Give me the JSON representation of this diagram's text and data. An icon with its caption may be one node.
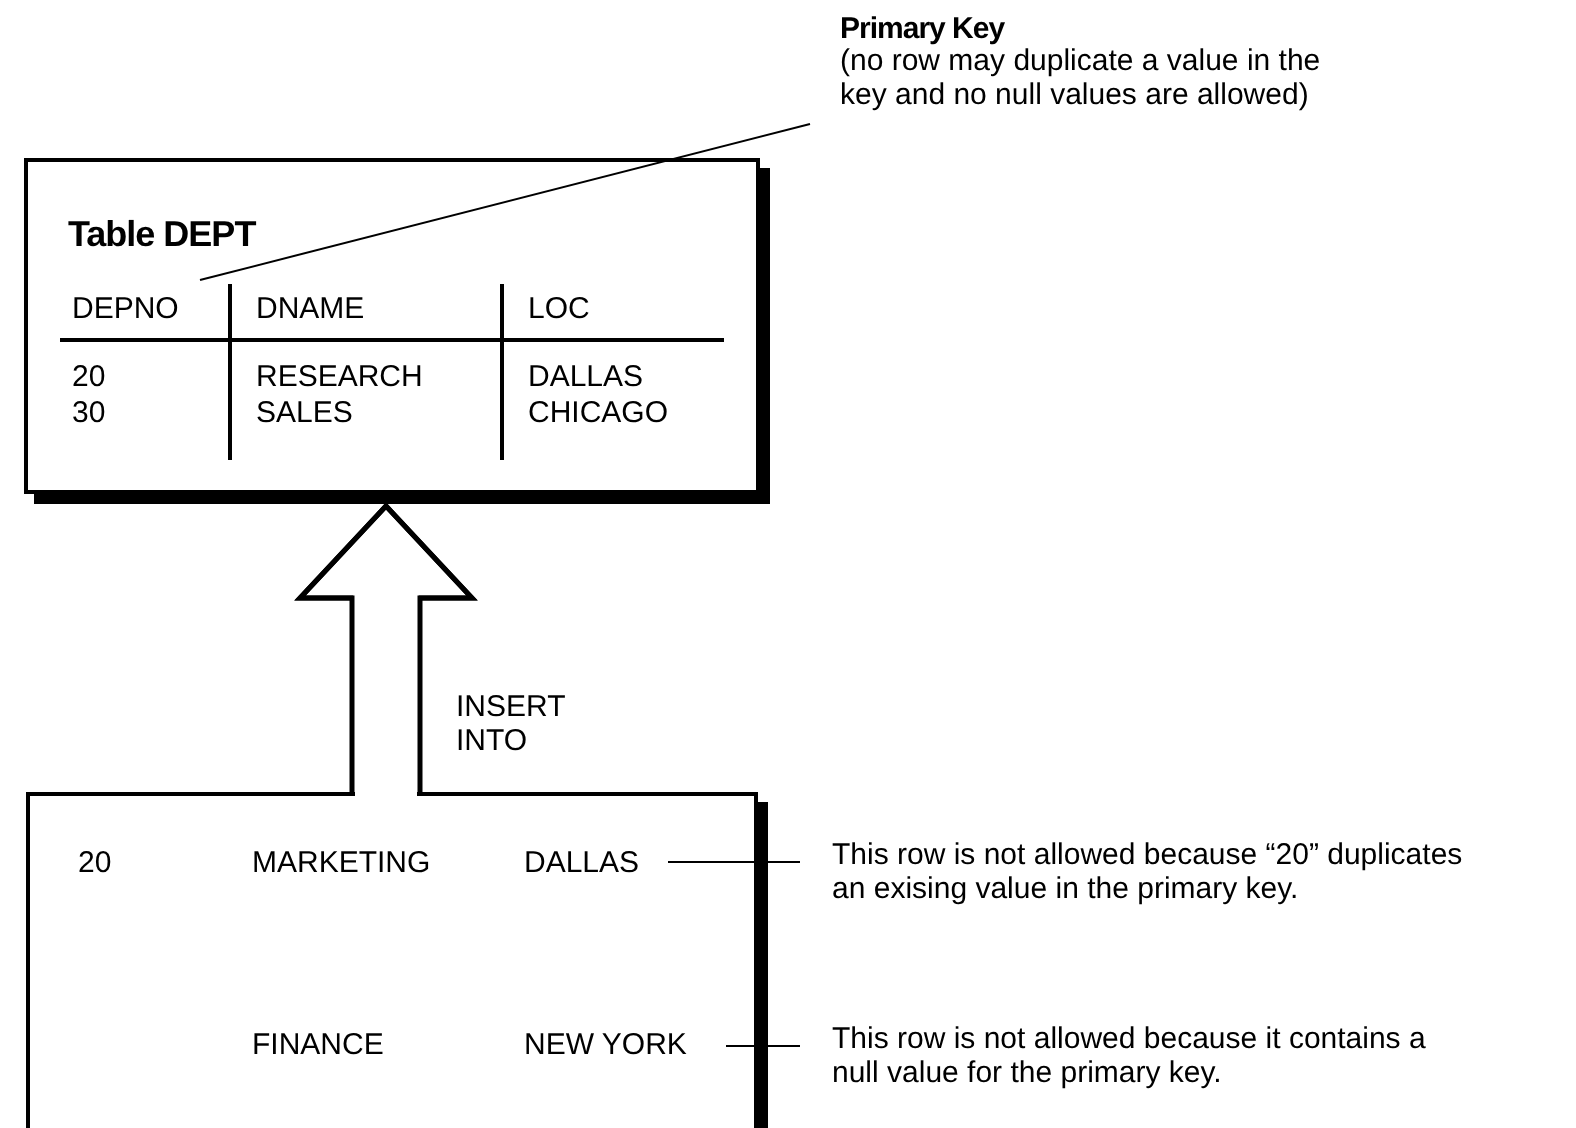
{
  "diagram": {
    "nodes": [
      {
        "text": [
          "Table DEPT",
          "DEPNO",
          "DNAME",
          "LOC",
          "20",
          "RESEARCH",
          "DALLAS",
          "30",
          "SALES",
          "CHICAGO"
        ]
      },
      {
        "text": [
          "Primary Key",
          "(no row may duplicate a value in the key and no null values are allowed)"
        ]
      },
      {
        "text": [
          "20",
          "MARKETING",
          "DALLAS",
          "FINANCE",
          "NEW YORK"
        ]
      },
      {
        "text": [
          "This row is not allowed because “20” duplicates an exising value in the primary key."
        ]
      },
      {
        "text": [
          "This row is not allowed because it contains a null value for the primary key."
        ]
      }
    ],
    "edges": [
      {
        "from": 1,
        "to": 0,
        "arrow": "none"
      },
      {
        "from": 2,
        "to": 0,
        "arrow": "to",
        "label": "INSERT INTO",
        "style": "thick"
      },
      {
        "from": 3,
        "to": 2,
        "arrow": "none"
      },
      {
        "from": 4,
        "to": 2,
        "arrow": "none"
      }
    ]
  }
}
